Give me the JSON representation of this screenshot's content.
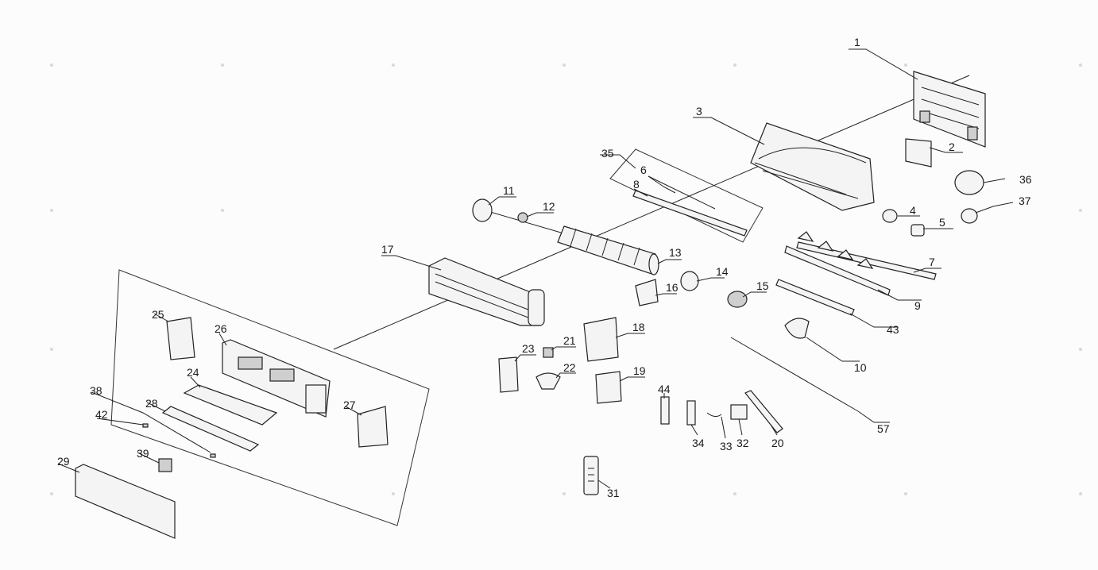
{
  "diagram": {
    "type": "exploded-parts-view",
    "part_labels": [
      "1",
      "2",
      "3",
      "4",
      "5",
      "6",
      "7",
      "8",
      "9",
      "10",
      "11",
      "12",
      "13",
      "14",
      "15",
      "16",
      "17",
      "18",
      "19",
      "20",
      "21",
      "22",
      "23",
      "24",
      "25",
      "26",
      "27",
      "28",
      "29",
      "31",
      "32",
      "33",
      "34",
      "35",
      "36",
      "37",
      "38",
      "39",
      "42",
      "43",
      "44",
      "57"
    ]
  }
}
